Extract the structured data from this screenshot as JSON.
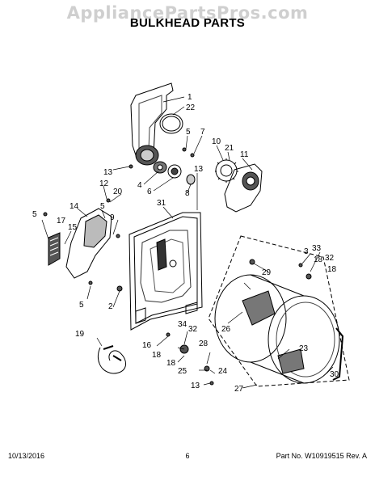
{
  "watermark": "AppliancePartsPros.com",
  "title": "BULKHEAD PARTS",
  "callouts": [
    "1",
    "22",
    "5",
    "7",
    "10",
    "21",
    "11",
    "13",
    "4",
    "6",
    "8",
    "13",
    "12",
    "20",
    "31",
    "14",
    "17",
    "15",
    "5",
    "9",
    "5",
    "3",
    "33",
    "32",
    "18",
    "18",
    "29",
    "5",
    "2",
    "26",
    "19",
    "16",
    "34",
    "32",
    "18",
    "28",
    "23",
    "18",
    "25",
    "24",
    "13",
    "30",
    "27"
  ],
  "footer": {
    "date": "10/13/2016",
    "page": "6",
    "part_no": "Part No. W10919515  Rev. A"
  }
}
